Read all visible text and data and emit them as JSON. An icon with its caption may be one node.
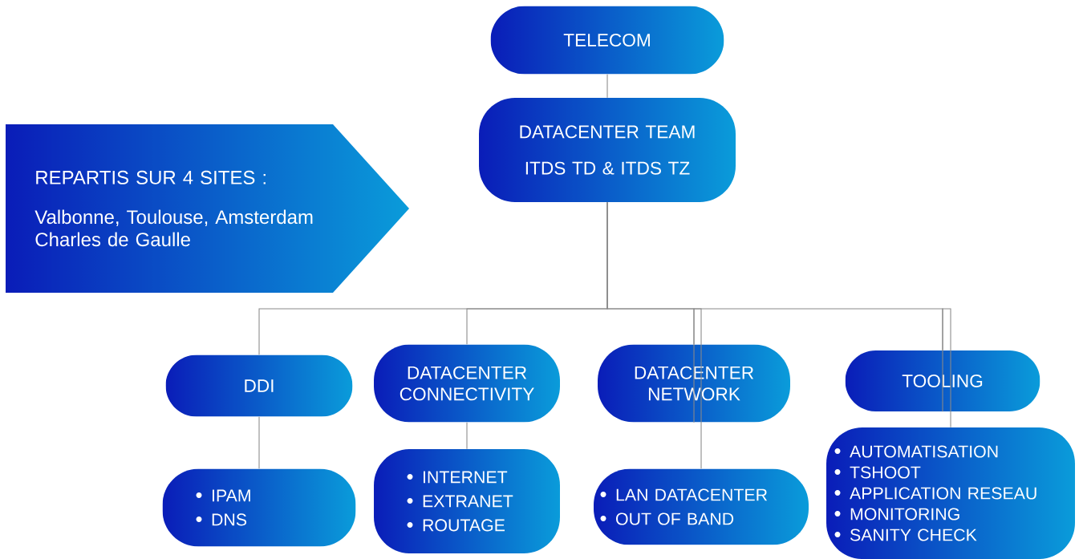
{
  "diagram": {
    "nodes": [
      {
        "text": [
          "TELECOM"
        ]
      },
      {
        "text": [
          "DATACENTER TEAM",
          "ITDS TD & ITDS TZ"
        ]
      },
      {
        "text": [
          "REPARTIS SUR 4 SITES :",
          "Valbonne, Toulouse, Amsterdam Charles de Gaulle"
        ]
      },
      {
        "text": [
          "DDI"
        ]
      },
      {
        "text": [
          "DATACENTER CONNECTIVITY"
        ]
      },
      {
        "text": [
          "DATACENTER NETWORK"
        ]
      },
      {
        "text": [
          "TOOLING"
        ]
      },
      {
        "text": [
          "IPAM",
          "DNS"
        ]
      },
      {
        "text": [
          "INTERNET",
          "EXTRANET",
          "ROUTAGE"
        ]
      },
      {
        "text": [
          "LAN DATACENTER",
          "OUT OF BAND"
        ]
      },
      {
        "text": [
          "AUTOMATISATION",
          "TSHOOT",
          "APPLICATION RESEAU",
          "MONITORING",
          "SANITY CHECK"
        ]
      }
    ],
    "edges": [
      {
        "from": 0,
        "to": 1,
        "arrow": "none"
      },
      {
        "from": 1,
        "to": 3,
        "arrow": "none"
      },
      {
        "from": 1,
        "to": 4,
        "arrow": "none"
      },
      {
        "from": 1,
        "to": 5,
        "arrow": "none"
      },
      {
        "from": 1,
        "to": 6,
        "arrow": "none"
      },
      {
        "from": 3,
        "to": 7,
        "arrow": "none"
      },
      {
        "from": 4,
        "to": 8,
        "arrow": "none"
      },
      {
        "from": 5,
        "to": 9,
        "arrow": "none"
      },
      {
        "from": 6,
        "to": 10,
        "arrow": "none"
      }
    ]
  }
}
